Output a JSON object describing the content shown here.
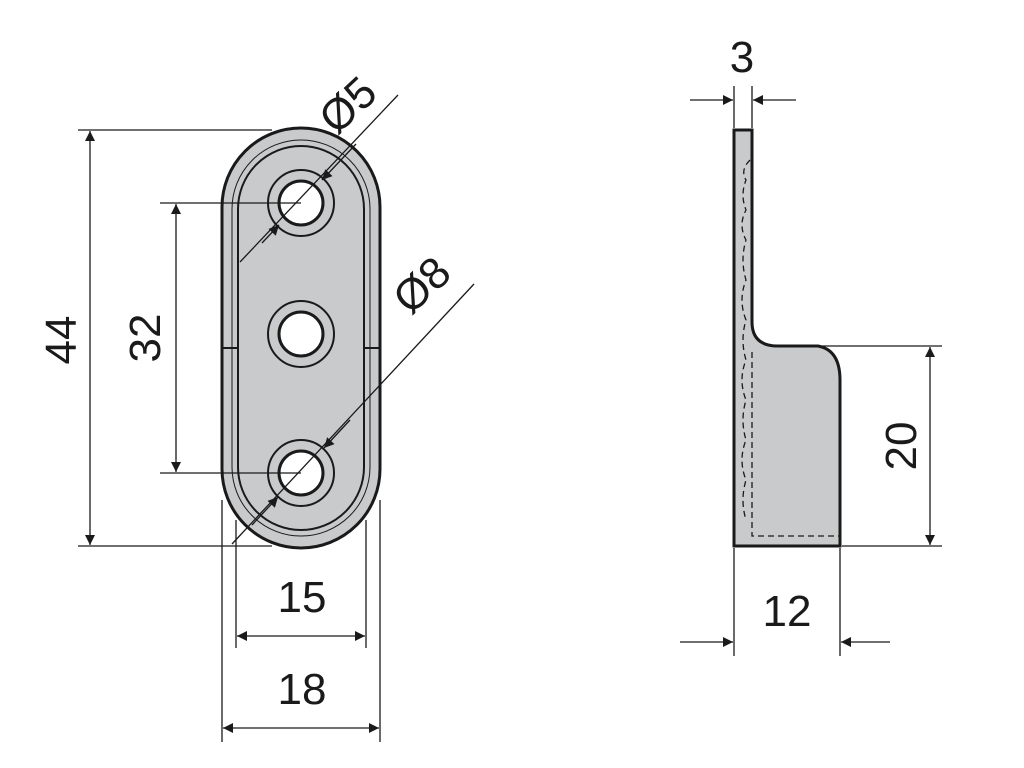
{
  "front_view": {
    "dim_height_total": "44",
    "dim_hole_spacing": "32",
    "dim_hole_small": "Ø5",
    "dim_hole_large": "Ø8",
    "dim_inner_width": "15",
    "dim_outer_width": "18"
  },
  "side_view": {
    "dim_thickness": "3",
    "dim_lip_height": "20",
    "dim_depth": "12"
  },
  "colors": {
    "part_fill": "#c9cacc",
    "line": "#1a1a1a",
    "background": "#ffffff"
  }
}
